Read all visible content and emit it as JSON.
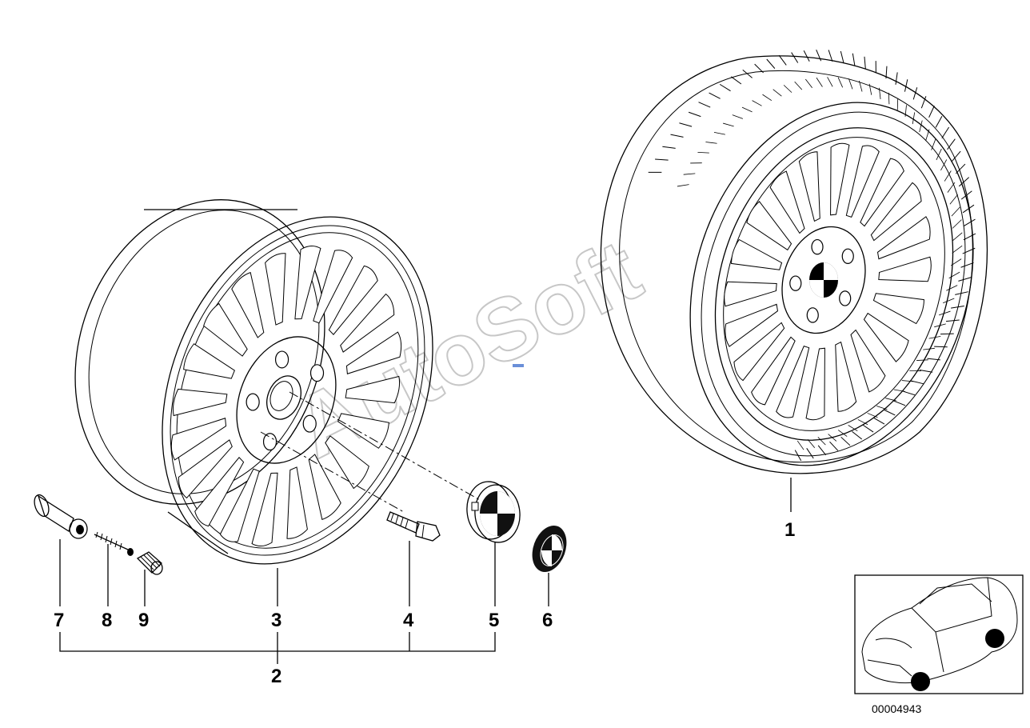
{
  "callouts": {
    "c1": "1",
    "c2": "2",
    "c3": "3",
    "c4": "4",
    "c5": "5",
    "c6": "6",
    "c7": "7",
    "c8": "8",
    "c9": "9"
  },
  "watermark": "AutoSoft",
  "diagram_code": "00004943",
  "colors": {
    "line": "#000000",
    "watermark": "#9a9a9a",
    "background": "#ffffff"
  }
}
